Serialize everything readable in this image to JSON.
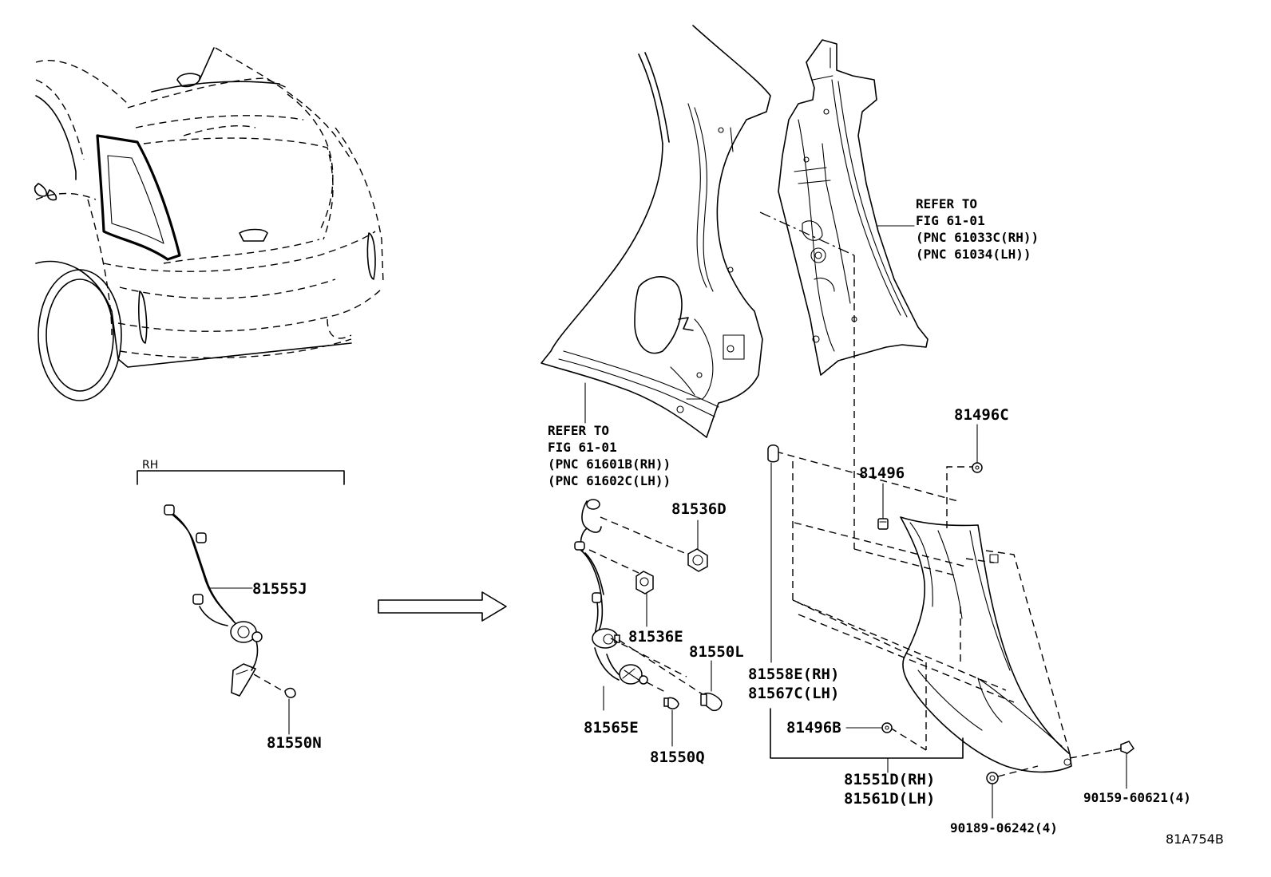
{
  "labels": {
    "rh": "RH",
    "p81555j": "81555J",
    "p81550n": "81550N",
    "p81536d": "81536D",
    "p81536e": "81536E",
    "p81550l": "81550L",
    "p81565e": "81565E",
    "p81550q": "81550Q",
    "p81558e": "81558E(RH)",
    "p81567c": "81567C(LH)",
    "p81496b": "81496B",
    "p81496": "81496",
    "p81496c": "81496C",
    "p81551d": "81551D(RH)",
    "p81561d": "81561D(LH)",
    "p90159": "90159-60621(4)",
    "p90189": "90189-06242(4)",
    "figure_code": "81A754B"
  },
  "references": {
    "upper": [
      "REFER TO",
      "FIG 61-01",
      "(PNC 61033C(RH))",
      "(PNC 61034(LH))"
    ],
    "lower": [
      "REFER TO",
      "FIG 61-01",
      "(PNC 61601B(RH))",
      "(PNC 61602C(LH))"
    ]
  },
  "icons": [
    "car-rear-view",
    "wiring-harness",
    "bulb-socket",
    "bulb",
    "quarter-panel",
    "rear-pillar-panel",
    "tail-lamp-lens",
    "clip",
    "screw",
    "arrow-right"
  ]
}
